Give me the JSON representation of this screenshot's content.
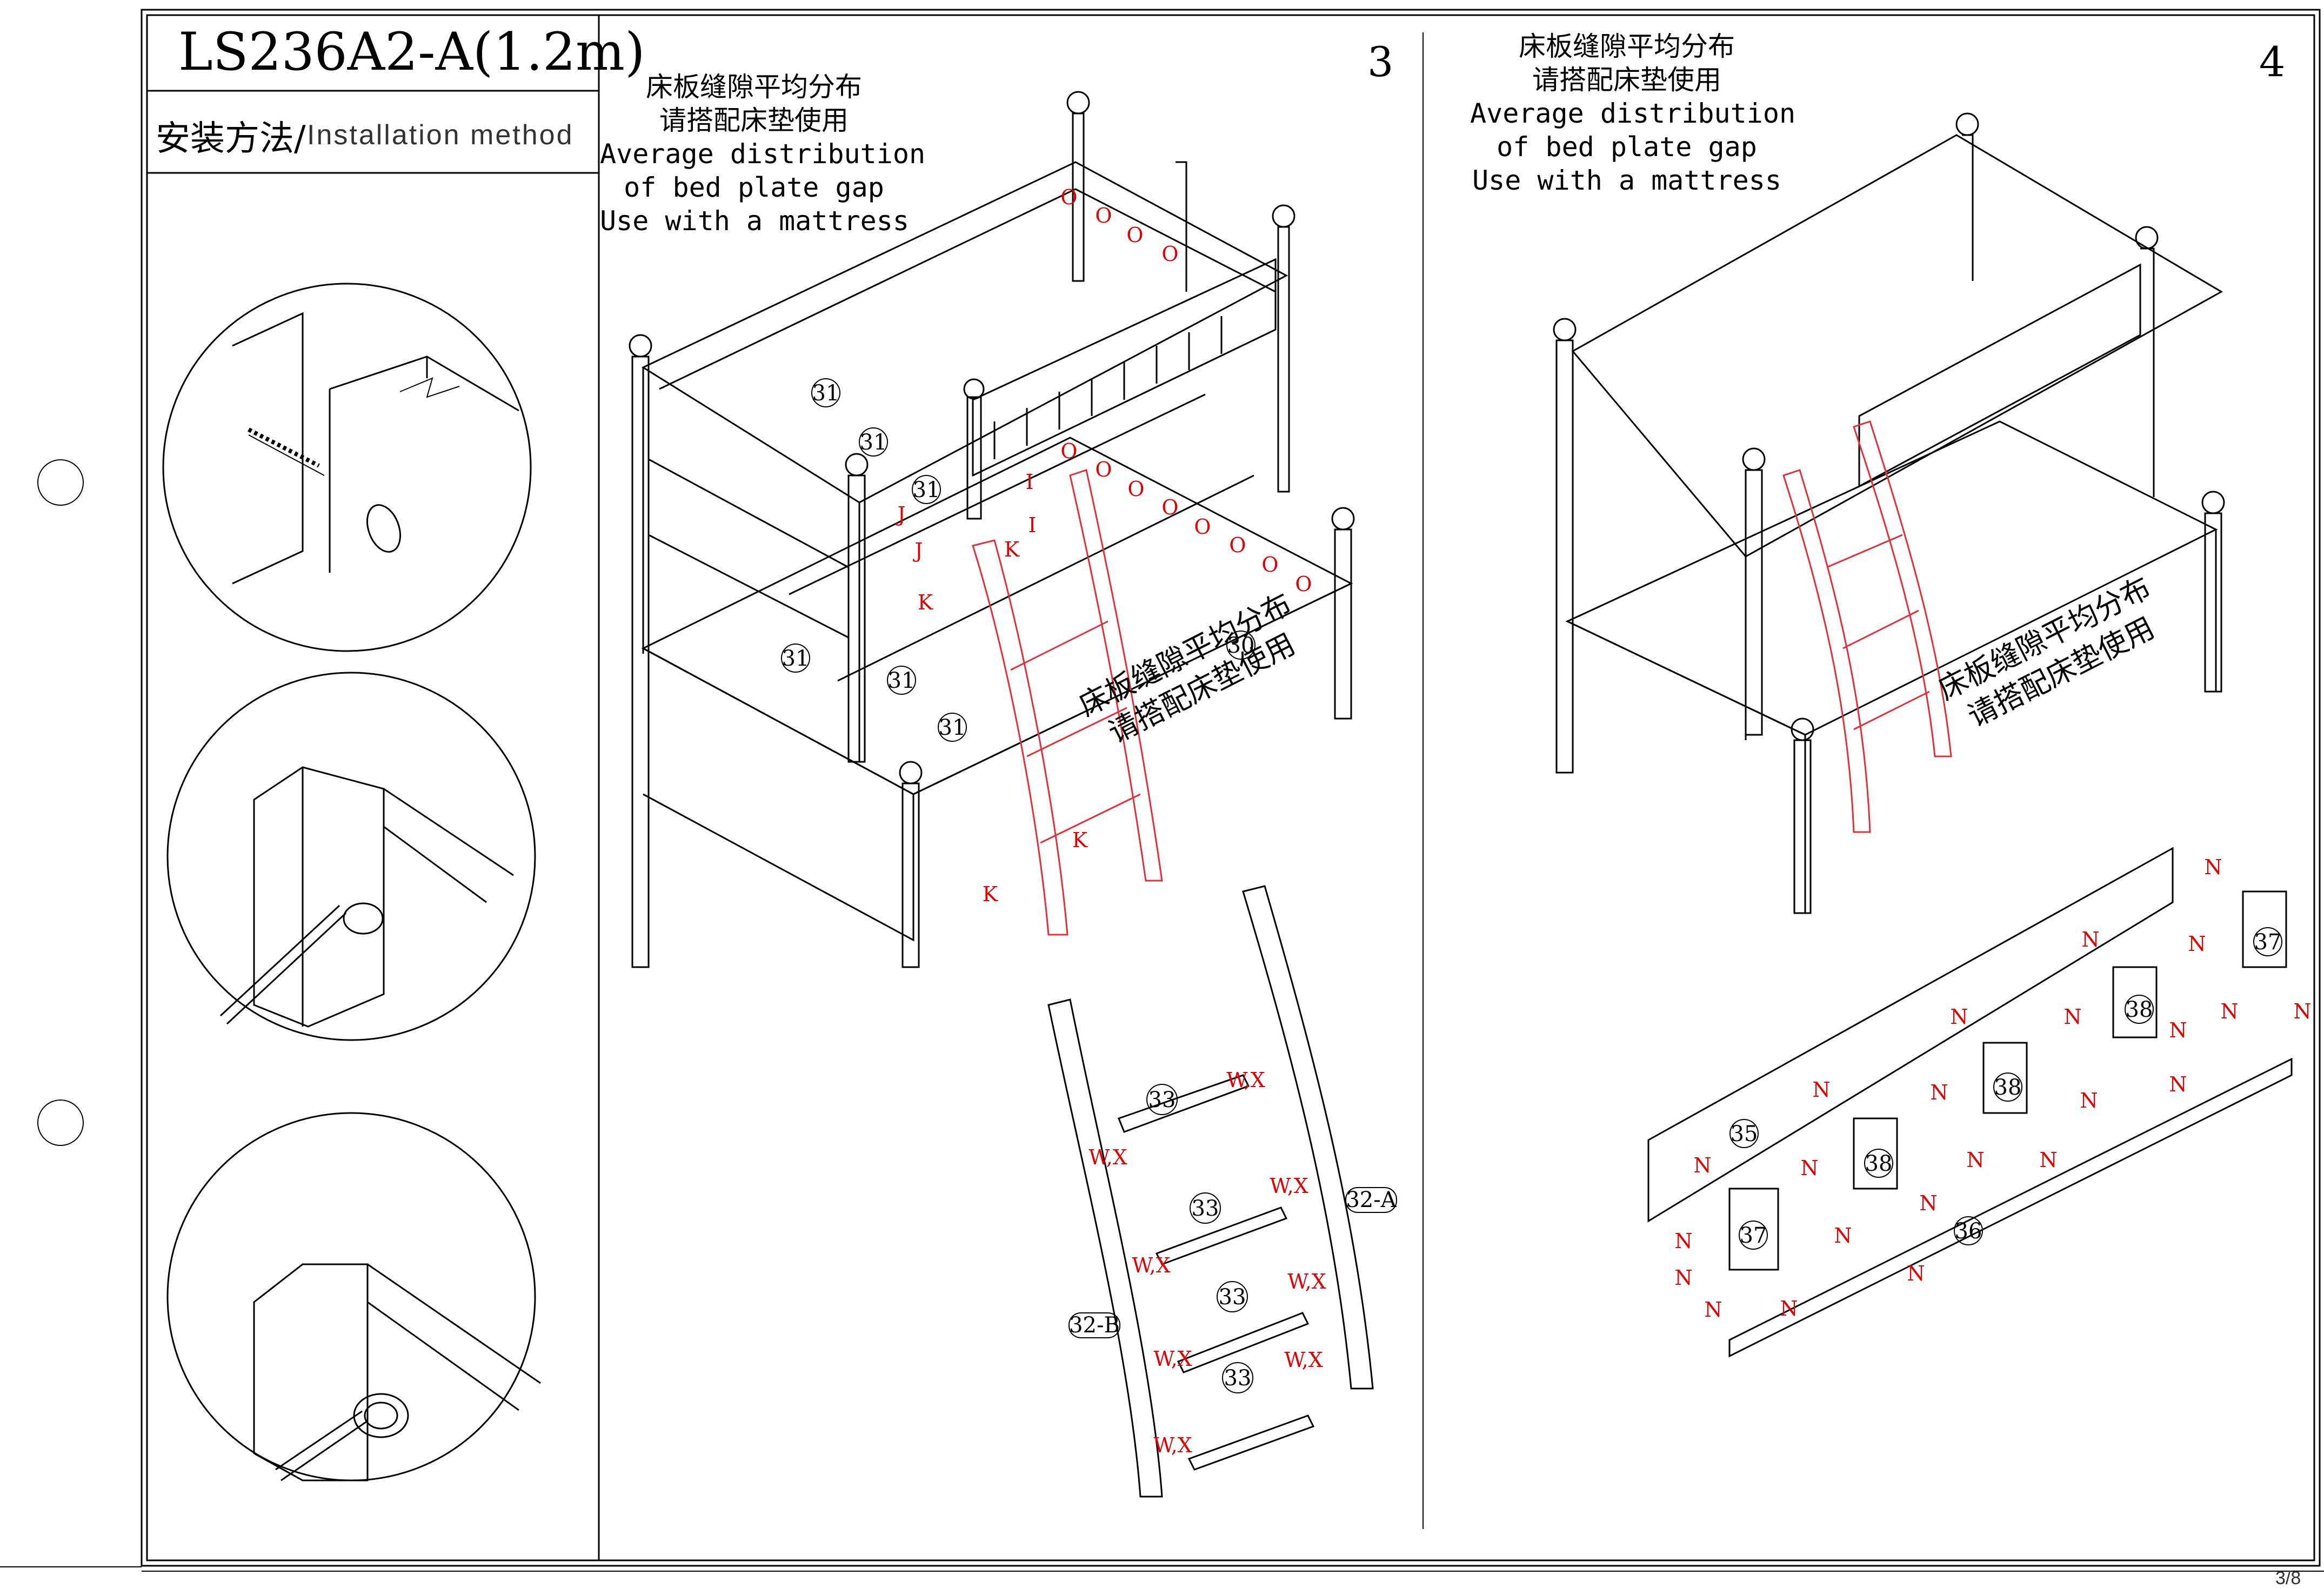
{
  "header": {
    "model_title": "LS236A2-A(1.2m)",
    "method_cn": "安装方法/",
    "method_en": "Installation method"
  },
  "steps": [
    {
      "number": "3",
      "note_cn_1": "床板缝隙平均分布",
      "note_cn_2": "请搭配床垫使用",
      "note_en_1": "Average distribution",
      "note_en_2": "of bed plate gap",
      "note_en_3": "Use with a mattress",
      "diag_cn_1": "床板缝隙平均分布",
      "diag_cn_2": "请搭配床垫使用"
    },
    {
      "number": "4",
      "note_cn_1": "床板缝隙平均分布",
      "note_cn_2": "请搭配床垫使用",
      "note_en_1": "Average distribution",
      "note_en_2": "of bed plate gap",
      "note_en_3": "Use with a mattress",
      "diag_cn_1": "床板缝隙平均分布",
      "diag_cn_2": "请搭配床垫使用"
    }
  ],
  "part_labels": {
    "p30": "30",
    "p31": "31",
    "p32a": "32-A",
    "p32b": "32-B",
    "p33": "33",
    "p35": "35",
    "p36": "36",
    "p37": "37",
    "p38": "38"
  },
  "hardware_letters": {
    "I": "I",
    "J": "J",
    "K": "K",
    "O": "O",
    "N": "N",
    "WX": "W,X"
  },
  "page_number": "3/8",
  "colors": {
    "line": "#000000",
    "ladder_highlight": "#e0303a",
    "hardware_text": "#e00000",
    "dimension_blue": "#3a8ad8"
  }
}
